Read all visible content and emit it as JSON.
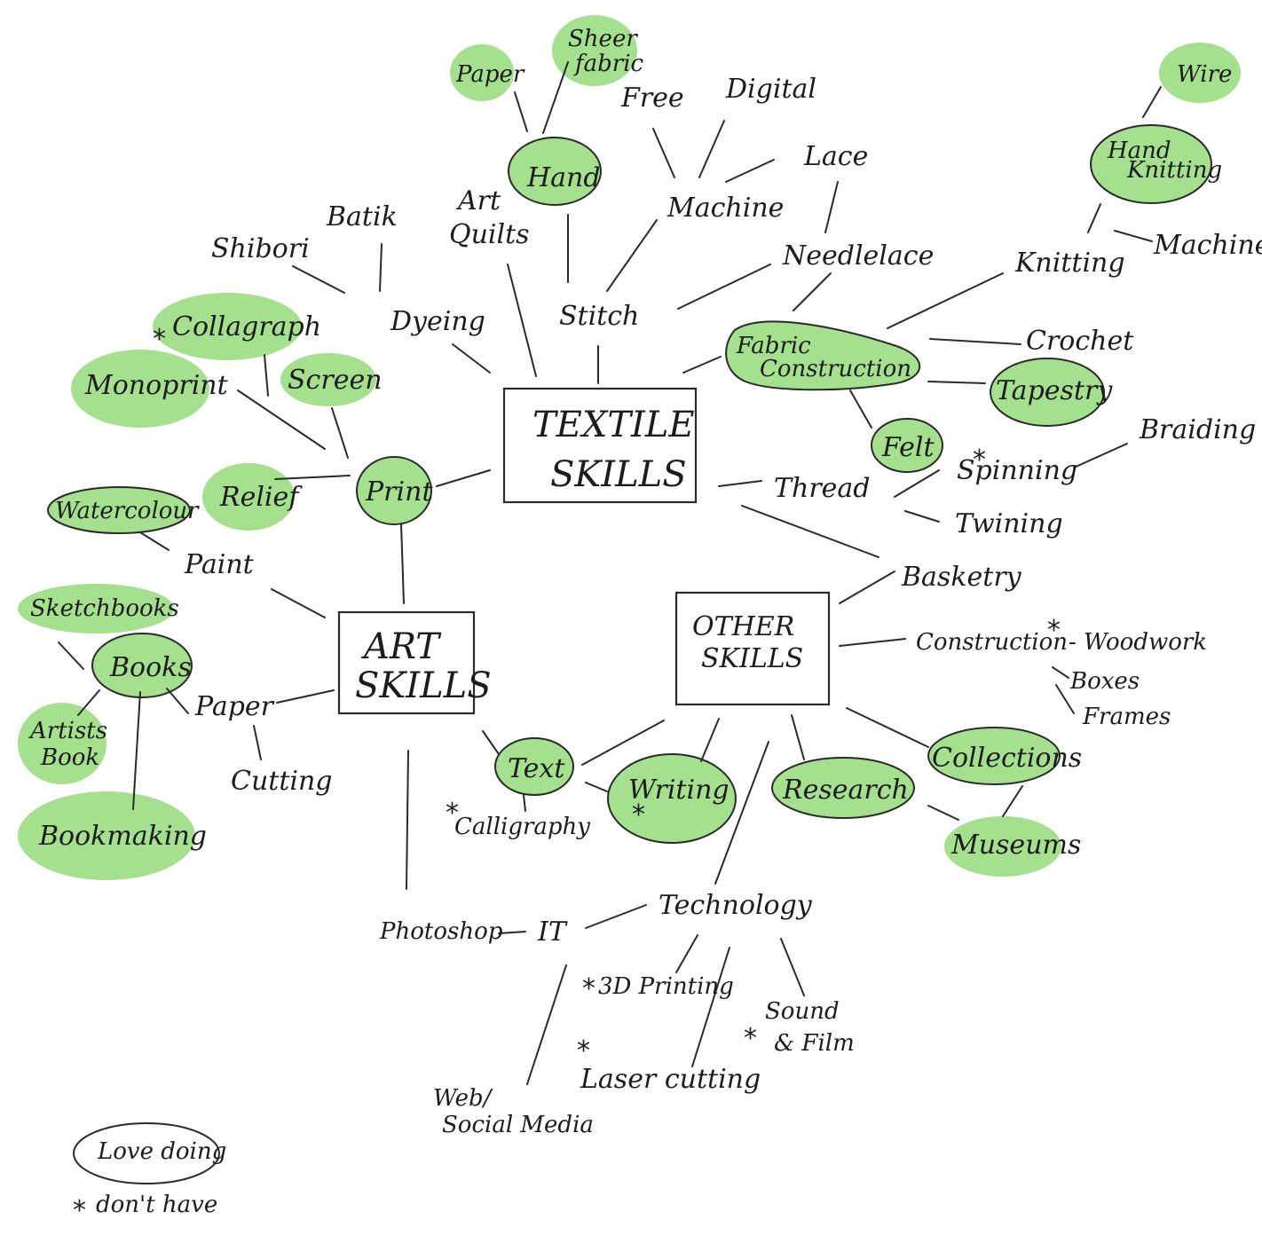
{
  "colors": {
    "highlight": "#a4e08e",
    "ink": "#1f1f1f",
    "background": "#ffffff"
  },
  "centers": {
    "textile": [
      "TEXTILE",
      "SKILLS"
    ],
    "art": [
      "ART",
      "SKILLS"
    ],
    "other": [
      "OTHER",
      "SKILLS"
    ]
  },
  "nodes": {
    "shibori": "Shibori",
    "batik": "Batik",
    "dyeing": "Dyeing",
    "art_quilts": [
      "Art",
      "Quilts"
    ],
    "paper_top": "Paper",
    "sheer_fabric": [
      "Sheer",
      "fabric"
    ],
    "hand": "Hand",
    "stitch": "Stitch",
    "free": "Free",
    "digital": "Digital",
    "machine_stitch": "Machine",
    "lace": "Lace",
    "needlelace": "Needlelace",
    "wire": "Wire",
    "hand_knitting": [
      "Hand",
      "Knitting"
    ],
    "knitting": "Knitting",
    "machine_knit": "Machine",
    "fabric_construction": [
      "Fabric",
      "Construction"
    ],
    "crochet": "Crochet",
    "tapestry": "Tapestry",
    "felt": "Felt",
    "braiding": "Braiding",
    "spinning": "Spinning",
    "thread": "Thread",
    "twining": "Twining",
    "basketry": "Basketry",
    "collagraph": "Collagraph",
    "monoprint": "Monoprint",
    "screen": "Screen",
    "print": "Print",
    "relief": "Relief",
    "watercolour": "Watercolour",
    "paint": "Paint",
    "sketchbooks": "Sketchbooks",
    "books": "Books",
    "artists_book": [
      "Artists",
      "Book"
    ],
    "paper_art": "Paper",
    "cutting": "Cutting",
    "bookmaking": "Bookmaking",
    "text": "Text",
    "calligraphy": "Calligraphy",
    "writing": "Writing",
    "research": "Research",
    "collections": "Collections",
    "museums": "Museums",
    "construction": "Construction",
    "woodwork": "- Woodwork",
    "boxes": "Boxes",
    "frames": "Frames",
    "technology": "Technology",
    "photoshop": "Photoshop",
    "it": "IT",
    "printing_3d": "3D Printing",
    "sound_film": [
      "Sound",
      "& Film"
    ],
    "laser_cutting": "Laser cutting",
    "web_social": [
      "Web/",
      "Social Media"
    ]
  },
  "legend": {
    "love_doing": "Love doing",
    "dont_have": "don't have"
  }
}
